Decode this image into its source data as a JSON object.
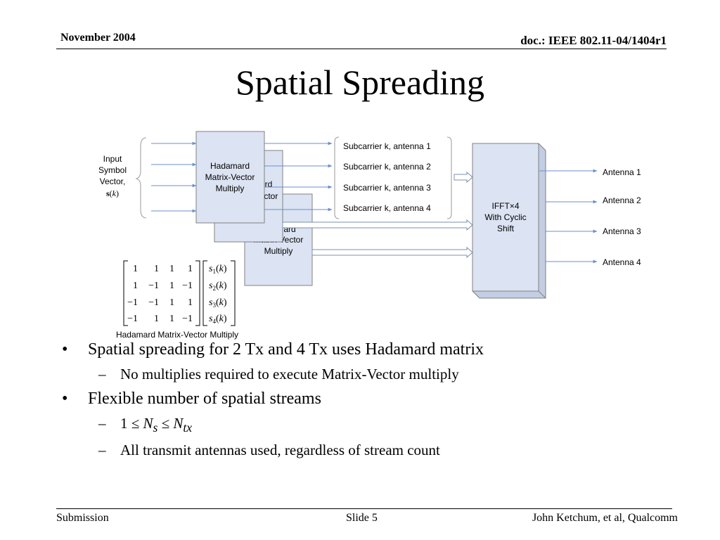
{
  "header": {
    "date": "November 2004",
    "doc_id": "doc.: IEEE 802.11-04/1404r1"
  },
  "title": "Spatial Spreading",
  "diagram": {
    "input_label": [
      "Input",
      "Symbol",
      "Vector,"
    ],
    "input_vector": "s",
    "input_index": "k",
    "hadamard_block": [
      "Hadamard",
      "Matrix-Vector",
      "Multiply"
    ],
    "hadamard_block_2_visible": [
      "rd",
      "ector"
    ],
    "hadamard_block_3_visible": [
      "ard",
      "Matrix-Vector",
      "Multiply"
    ],
    "subcarriers": [
      "Subcarrier k, antenna 1",
      "Subcarrier k, antenna 2",
      "Subcarrier k, antenna 3",
      "Subcarrier k, antenna 4"
    ],
    "ifft_block": [
      "IFFT×4",
      "With Cyclic",
      "Shift"
    ],
    "antennas": [
      "Antenna 1",
      "Antenna 2",
      "Antenna 3",
      "Antenna 4"
    ],
    "matrix_rows": [
      [
        "1",
        "1",
        "1",
        "1"
      ],
      [
        "1",
        "−1",
        "1",
        "−1"
      ],
      [
        "−1",
        "−1",
        "1",
        "1"
      ],
      [
        "−1",
        "1",
        "1",
        "−1"
      ]
    ],
    "vector_terms": [
      [
        "s",
        "1",
        "(",
        "k",
        ")"
      ],
      [
        "s",
        "2",
        "(",
        "k",
        ")"
      ],
      [
        "s",
        "3",
        "(",
        "k",
        ")"
      ],
      [
        "s",
        "4",
        "(",
        "k",
        ")"
      ]
    ],
    "matrix_caption": "Hadamard Matrix-Vector Multiply"
  },
  "bullets": [
    {
      "level": 1,
      "mark": "•",
      "text": "Spatial spreading for 2 Tx and 4 Tx uses Hadamard matrix"
    },
    {
      "level": 2,
      "mark": "–",
      "text": "No multiplies required to execute Matrix-Vector multiply"
    },
    {
      "level": 1,
      "mark": "•",
      "text": "Flexible number of spatial streams"
    },
    {
      "level": 2,
      "mark": "–",
      "formula": {
        "one": "1",
        "le1": "≤",
        "n1": "N",
        "s1": "s",
        "le2": "≤",
        "n2": "N",
        "s2": "tx"
      }
    },
    {
      "level": 2,
      "mark": "–",
      "text": "All transmit antennas used, regardless of stream count"
    }
  ],
  "footer": {
    "left": "Submission",
    "center": "Slide 5",
    "right": "John Ketchum, et al, Qualcomm"
  }
}
